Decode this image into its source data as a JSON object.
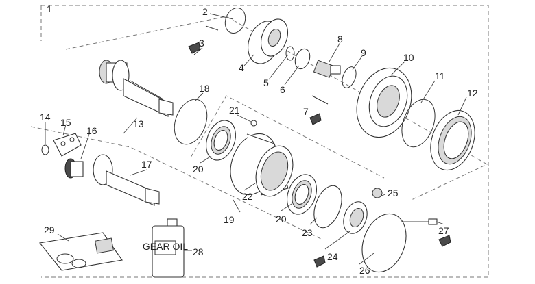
{
  "callouts": [
    "1",
    "2",
    "3",
    "4",
    "5",
    "6",
    "7",
    "8",
    "9",
    "10",
    "11",
    "12",
    "13",
    "14",
    "15",
    "16",
    "17",
    "18",
    "19",
    "20",
    "20",
    "21",
    "22",
    "23",
    "24",
    "25",
    "26",
    "27",
    "28",
    "29"
  ],
  "oil_bottle_label": "GEAR OIL"
}
